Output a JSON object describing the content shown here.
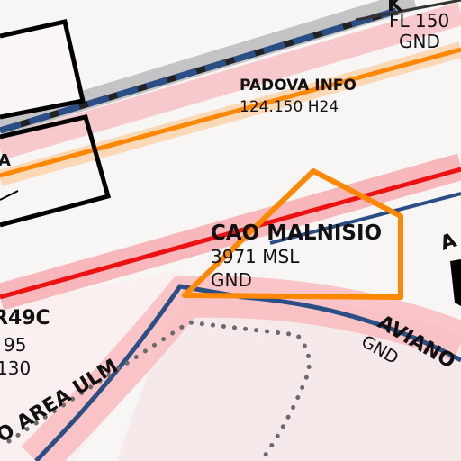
{
  "labels": {
    "top_right_partial": "K",
    "top_right_fl": "FL 150",
    "top_right_gnd": "GND",
    "padova_name": "PADOVA INFO",
    "padova_freq": "124.150 H24",
    "left_partial_a": "A",
    "cao_name": "CAO MALNISIO",
    "cao_upper": "3971 MSL",
    "cao_lower": "GND",
    "r49c": "R49C",
    "r49c_upper": "95",
    "r49c_lower": "130",
    "area_ulm": "O AREA ULM",
    "aviano": "AVIANO",
    "aviano_gnd": "GND",
    "right_partial": "A"
  },
  "colors": {
    "background": "#f8f5f5",
    "restricted_red": "#ee1111",
    "red_halo": "#f8a8ad",
    "airway_blue": "#2a4f86",
    "info_orange": "#ff8800",
    "orange_halo": "#fbd9b6",
    "black_line": "#000000",
    "dotted_grey": "#6b6b6b"
  },
  "icons": {
    "cao_malnisio_area": "orange-triangle-area",
    "dotted_boundary": "dotted-boundary-line"
  }
}
